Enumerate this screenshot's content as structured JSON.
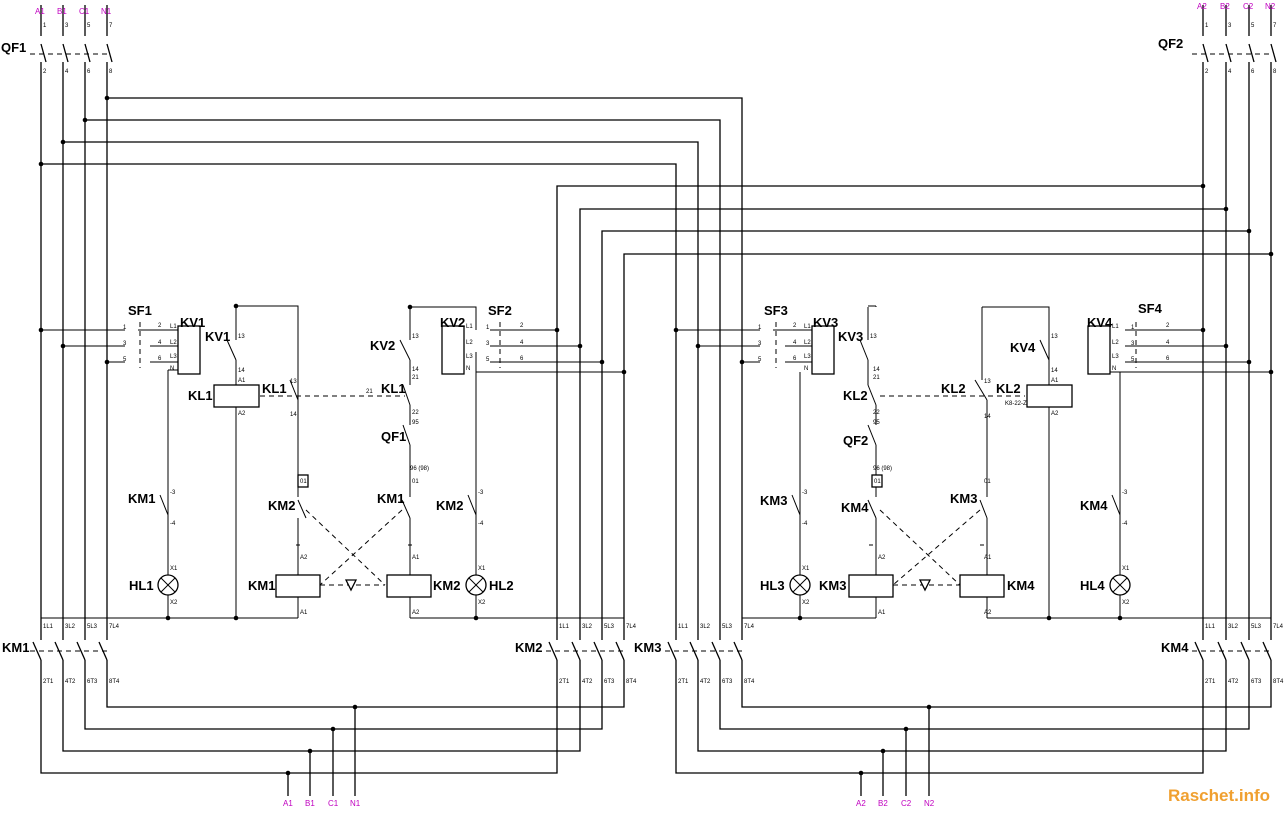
{
  "brand": "Raschet.info",
  "inputs_top": {
    "left": [
      "A1",
      "B1",
      "C1",
      "N1"
    ],
    "right": [
      "A2",
      "B2",
      "C2",
      "N2"
    ],
    "pins": [
      "1",
      "3",
      "5",
      "7"
    ]
  },
  "outputs_bottom": {
    "left": [
      "A1",
      "B1",
      "C1",
      "N1"
    ],
    "right": [
      "A2",
      "B2",
      "C2",
      "N2"
    ]
  },
  "breakers": {
    "qf1": "QF1",
    "qf2": "QF2",
    "pins_out": [
      "2",
      "4",
      "6",
      "8"
    ]
  },
  "contactor_terms": {
    "top": [
      "1L1",
      "3L2",
      "5L3",
      "7L4"
    ],
    "bottom": [
      "2T1",
      "4T2",
      "6T3",
      "8T4"
    ]
  },
  "contactors": [
    "KM1",
    "KM2",
    "KM3",
    "KM4"
  ],
  "sf_labels": [
    "SF1",
    "SF2",
    "SF3",
    "SF4"
  ],
  "kv_labels": [
    "KV1",
    "KV2",
    "KV3",
    "KV4"
  ],
  "kl_labels": [
    "KL1",
    "KL2"
  ],
  "lamps": [
    "HL1",
    "HL2",
    "HL3",
    "HL4"
  ],
  "sf_pins": [
    "1",
    "2",
    "3",
    "4",
    "5",
    "6"
  ],
  "kv_pins": [
    "L1",
    "L2",
    "L3",
    "N"
  ],
  "contact_pins": {
    "p13": "13",
    "p14": "14",
    "p21": "21",
    "p22": "22",
    "p95": "95",
    "p96": "96 (98)",
    "p01": "01",
    "pm3": "-3",
    "pm4": "-4",
    "pA1": "A1",
    "pA2": "A2",
    "pX1": "X1",
    "pX2": "X2"
  },
  "kl2_model": "K8-22-Z"
}
